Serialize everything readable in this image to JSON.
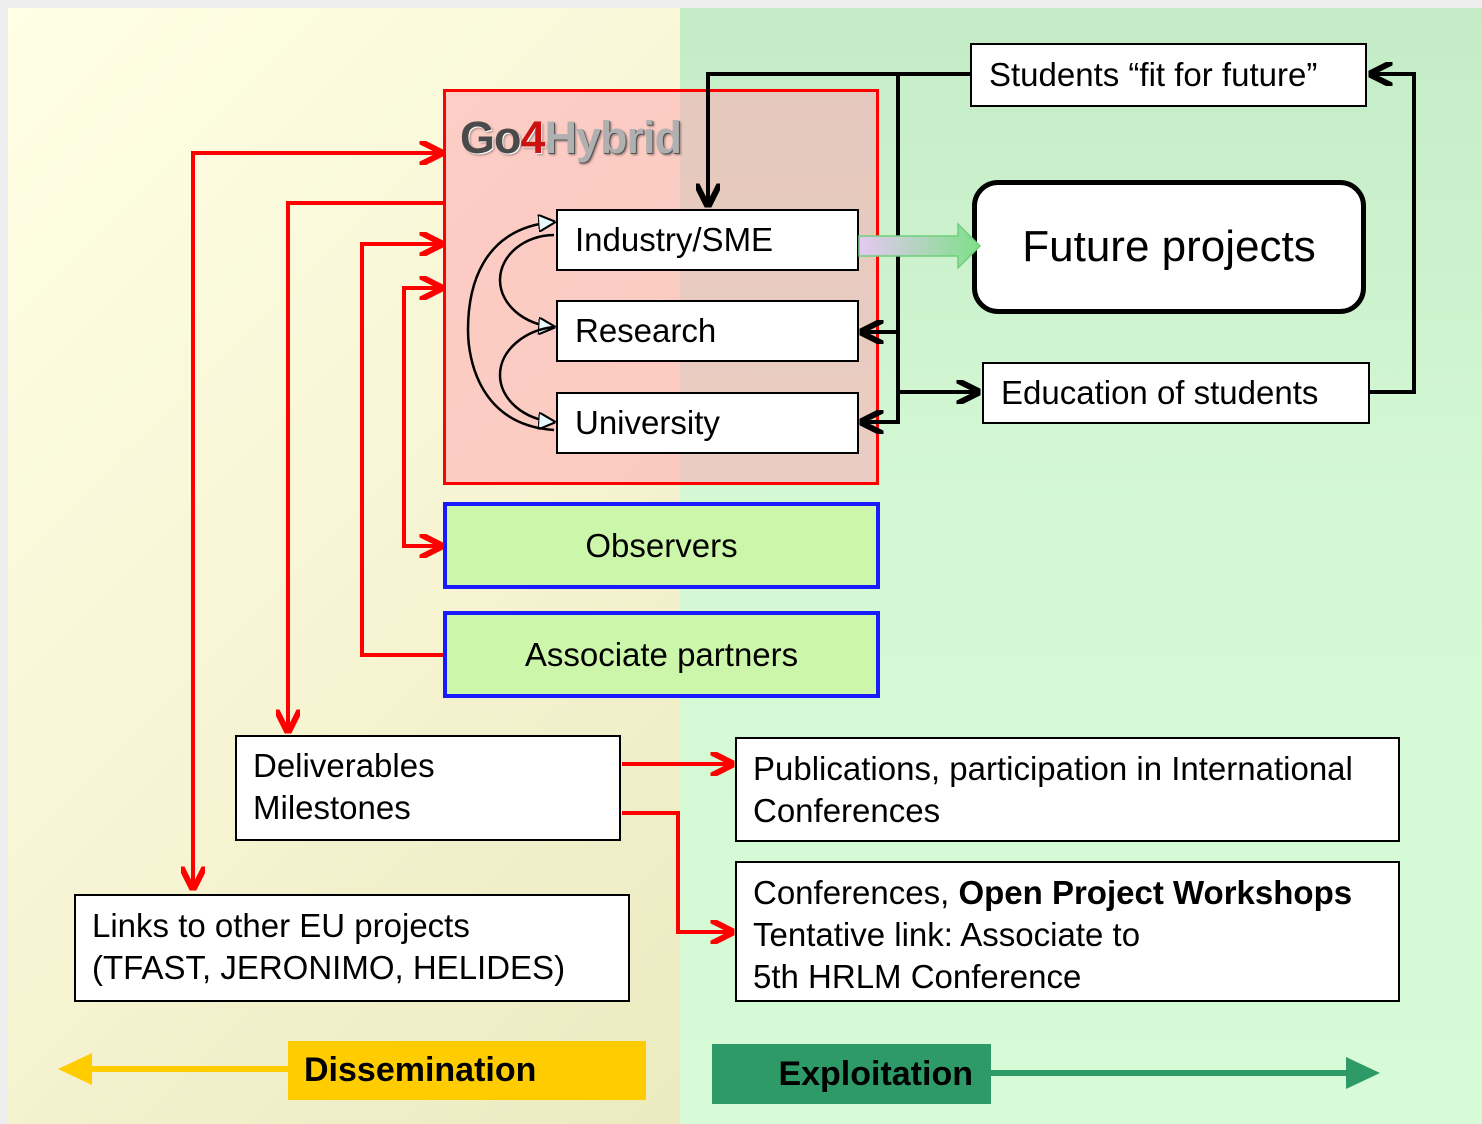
{
  "logo": {
    "prefix": "Go",
    "digit": "4",
    "suffix": "Hybrid"
  },
  "partners": {
    "industry": "Industry/SME",
    "research": "Research",
    "university": "University"
  },
  "observers": "Observers",
  "associate_partners": "Associate partners",
  "future_projects": "Future projects",
  "students_fit": "Students “fit for future”",
  "education": "Education of students",
  "deliverables": {
    "line1": "Deliverables",
    "line2": "Milestones"
  },
  "publications": {
    "line1": "Publications, participation in International",
    "line2": "Conferences"
  },
  "conferences": {
    "line1_plain": "Conferences, ",
    "line1_bold": "Open Project Workshops",
    "line2": "Tentative link: Associate to",
    "line3": "5th HRLM Conference"
  },
  "links": {
    "line1": "Links to other EU projects",
    "line2": "(TFAST, JERONIMO,  HELIDES)"
  },
  "dissemination": "Dissemination",
  "exploitation": "Exploitation",
  "colors": {
    "dissemination_line": "#ff0000",
    "go4hybrid_border": "#ff0000",
    "observer_border": "#1a1aff",
    "dissemination_tag": "#ffcc00",
    "exploitation_tag": "#2e9a67"
  }
}
